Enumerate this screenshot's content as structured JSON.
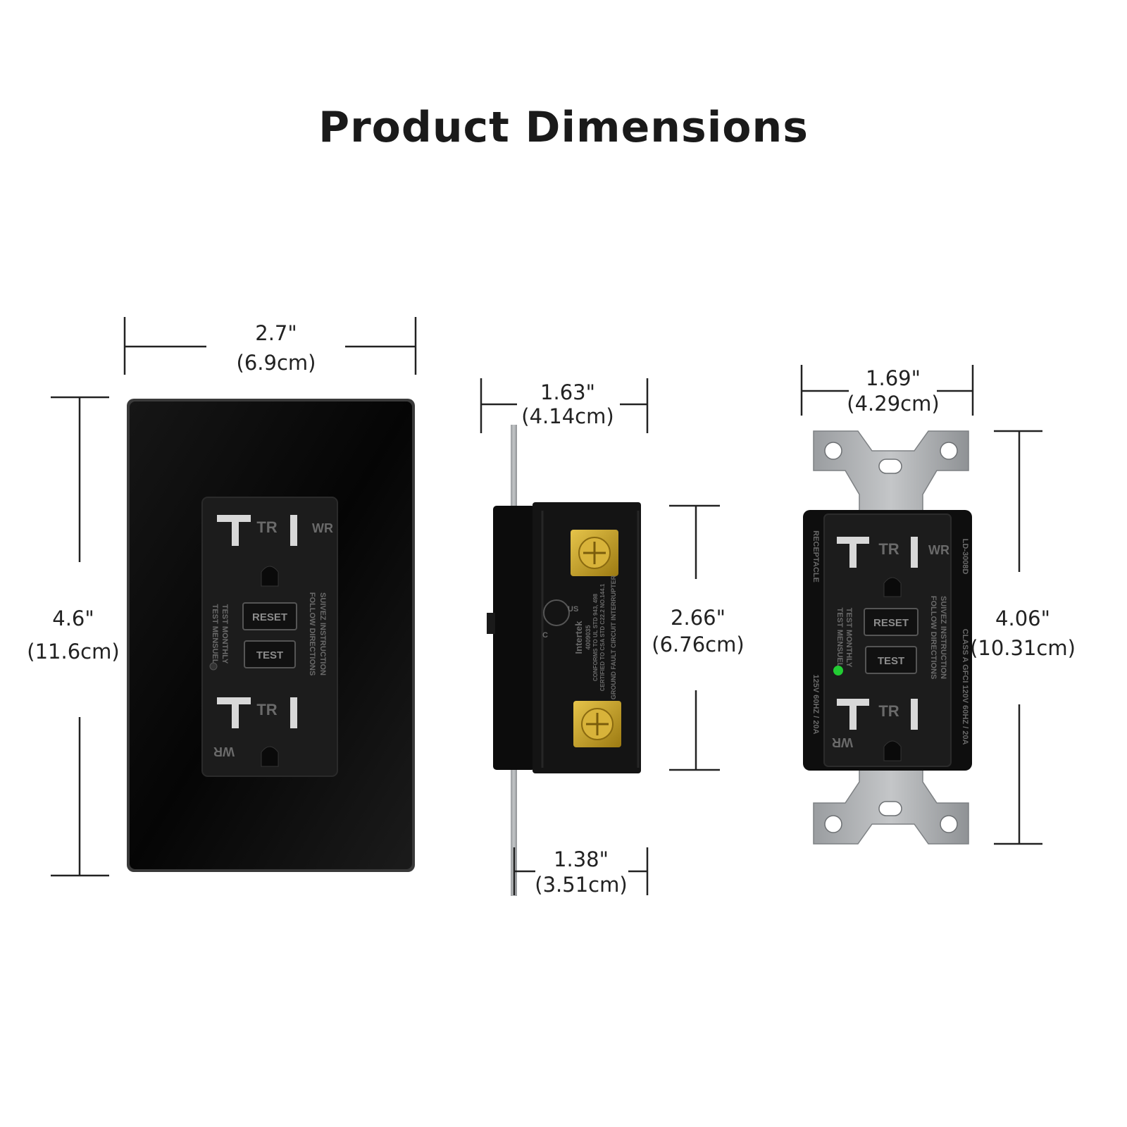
{
  "title": "Product Dimensions",
  "dimensions": {
    "plate_width": {
      "imperial": "2.7\"",
      "metric": "(6.9cm)"
    },
    "plate_height": {
      "imperial": "4.6\"",
      "metric": "(11.6cm)"
    },
    "side_depth": {
      "imperial": "1.63\"",
      "metric": "(4.14cm)"
    },
    "side_height": {
      "imperial": "2.66\"",
      "metric": "(6.76cm)"
    },
    "side_body_depth": {
      "imperial": "1.38\"",
      "metric": "(3.51cm)"
    },
    "outlet_width": {
      "imperial": "1.69\"",
      "metric": "(4.29cm)"
    },
    "outlet_height": {
      "imperial": "4.06\"",
      "metric": "(10.31cm)"
    }
  },
  "outlet_markings": {
    "tr": "TR",
    "wr": "WR",
    "reset": "RESET",
    "test": "TEST",
    "test_monthly": "TEST MONTHLY",
    "test_mensuel": "TEST MENSUEL",
    "follow_directions": "FOLLOW DIRECTIONS",
    "suivez_instruction": "SUIVEZ INSTRUCTION",
    "receptacle": "RECEPTACLE",
    "model": "LD-3008D",
    "rating_left": "125V  60HZ / 20A",
    "rating_right": "CLASS A GFCI  120V  60HZ / 20A",
    "brand": "Intertek",
    "cert_no": "4009035",
    "gfci_label": "GROUND FAULT CIRCUIT INTERRUPTER",
    "conforms": "CONFORMS TO UL STD 943, 498",
    "certified": "CERTIFIED TO CSA STD C22.2 NO.144.1",
    "etl_c": "C",
    "etl_us": "US"
  },
  "colors": {
    "plate": "#0a0a0a",
    "strap": "#a9acaf",
    "brass": "#c9a227",
    "indicator": "#22cc33"
  }
}
